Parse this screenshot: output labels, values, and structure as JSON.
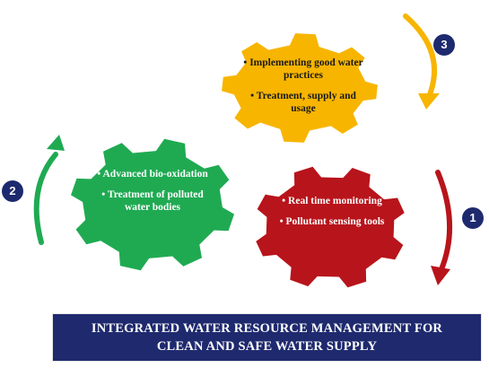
{
  "colors": {
    "yellow_gear": "#f7b500",
    "green_gear": "#1faa52",
    "red_gear": "#b8141b",
    "badge": "#1e2a6e",
    "banner": "#1f2a6e"
  },
  "gears": {
    "yellow": {
      "lines": [
        "• Implementing good water practices",
        "• Treatment, supply and usage"
      ]
    },
    "green": {
      "lines": [
        "• Advanced bio-oxidation",
        "• Treatment of polluted water bodies"
      ]
    },
    "red": {
      "lines": [
        "• Real time monitoring",
        "• Pollutant sensing tools"
      ]
    }
  },
  "steps": {
    "one": "1",
    "two": "2",
    "three": "3"
  },
  "banner": {
    "line1": "INTEGRATED WATER RESOURCE MANAGEMENT FOR",
    "line2": "CLEAN AND SAFE WATER SUPPLY"
  }
}
